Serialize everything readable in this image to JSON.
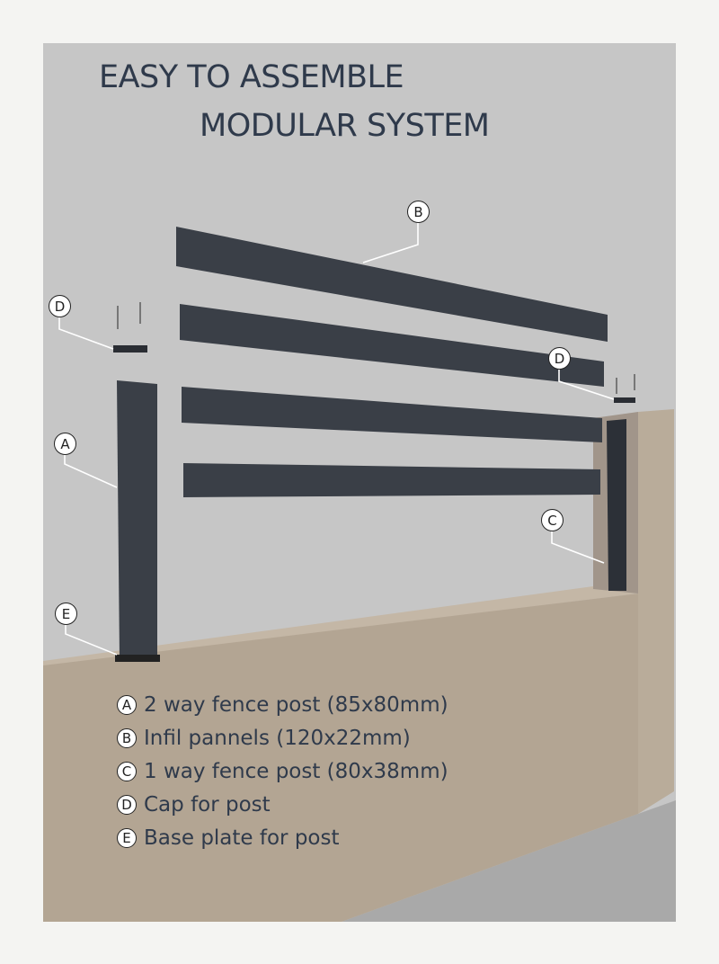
{
  "title": {
    "line1": "EASY TO ASSEMBLE",
    "line2": "MODULAR SYSTEM"
  },
  "callouts": {
    "A": "A",
    "B": "B",
    "C": "C",
    "D": "D",
    "E": "E"
  },
  "legend": [
    {
      "key": "A",
      "text": "2 way fence post (85x80mm)"
    },
    {
      "key": "B",
      "text": "Infil pannels (120x22mm)"
    },
    {
      "key": "C",
      "text": "1 way fence post (80x38mm)"
    },
    {
      "key": "D",
      "text": "Cap for post"
    },
    {
      "key": "E",
      "text": "Base plate for post"
    }
  ],
  "colors": {
    "background": "#c6c6c6",
    "wall": "#b3a593",
    "metal": "#3a3f47",
    "text": "#2f3a4b"
  }
}
